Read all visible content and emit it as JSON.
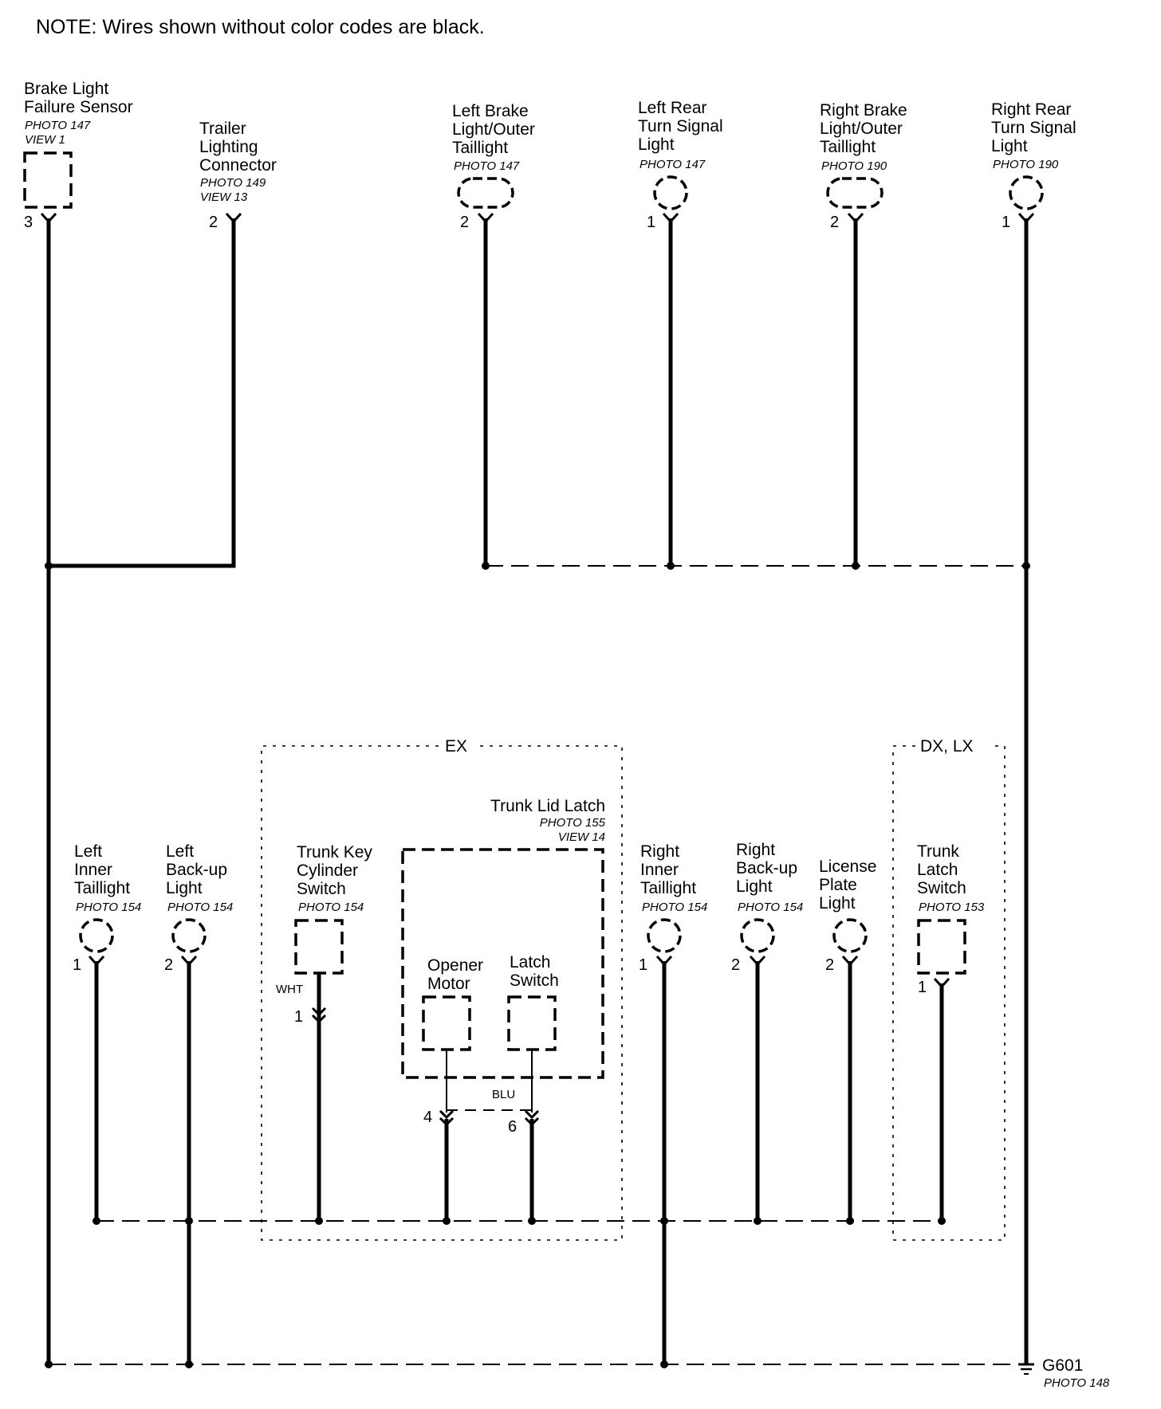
{
  "note": "NOTE: Wires shown without color codes are black.",
  "components": {
    "brake_light_failure_sensor": {
      "lines": [
        "Brake Light",
        "Failure Sensor"
      ],
      "photo": "PHOTO 147",
      "view": "VIEW 1",
      "pin": "3"
    },
    "trailer_lighting_connector": {
      "lines": [
        "Trailer",
        "Lighting",
        "Connector"
      ],
      "photo": "PHOTO 149",
      "view": "VIEW 13",
      "pin": "2"
    },
    "left_brake_light": {
      "lines": [
        "Left Brake",
        "Light/Outer",
        "Taillight"
      ],
      "photo": "PHOTO 147",
      "pin": "2"
    },
    "left_rear_turn_signal": {
      "lines": [
        "Left Rear",
        "Turn Signal",
        "Light"
      ],
      "photo": "PHOTO 147",
      "pin": "1"
    },
    "right_brake_light": {
      "lines": [
        "Right Brake",
        "Light/Outer",
        "Taillight"
      ],
      "photo": "PHOTO 190",
      "pin": "2"
    },
    "right_rear_turn_signal": {
      "lines": [
        "Right Rear",
        "Turn Signal",
        "Light"
      ],
      "photo": "PHOTO 190",
      "pin": "1"
    },
    "left_inner_taillight": {
      "lines": [
        "Left",
        "Inner",
        "Taillight"
      ],
      "photo": "PHOTO 154",
      "pin": "1"
    },
    "left_backup_light": {
      "lines": [
        "Left",
        "Back-up",
        "Light"
      ],
      "photo": "PHOTO 154",
      "pin": "2"
    },
    "trunk_key_cylinder_switch": {
      "lines": [
        "Trunk Key",
        "Cylinder",
        "Switch"
      ],
      "photo": "PHOTO 154",
      "pin": "1",
      "wire_color": "WHT"
    },
    "trunk_lid_latch": {
      "title": "Trunk Lid Latch",
      "photo": "PHOTO 155",
      "view": "VIEW 14",
      "opener_motor": [
        "Opener",
        "Motor"
      ],
      "latch_switch": [
        "Latch",
        "Switch"
      ],
      "pin_a": "4",
      "pin_b": "6",
      "wire_color": "BLU"
    },
    "right_inner_taillight": {
      "lines": [
        "Right",
        "Inner",
        "Taillight"
      ],
      "photo": "PHOTO 154",
      "pin": "1"
    },
    "right_backup_light": {
      "lines": [
        "Right",
        "Back-up",
        "Light"
      ],
      "photo": "PHOTO 154",
      "pin": "2"
    },
    "license_plate_light": {
      "lines": [
        "License",
        "Plate",
        "Light"
      ],
      "pin": "2"
    },
    "trunk_latch_switch": {
      "lines": [
        "Trunk",
        "Latch",
        "Switch"
      ],
      "photo": "PHOTO 153",
      "pin": "1"
    }
  },
  "groups": {
    "ex": "EX",
    "dx_lx": "DX, LX"
  },
  "ground": {
    "label": "G601",
    "photo": "PHOTO 148"
  }
}
